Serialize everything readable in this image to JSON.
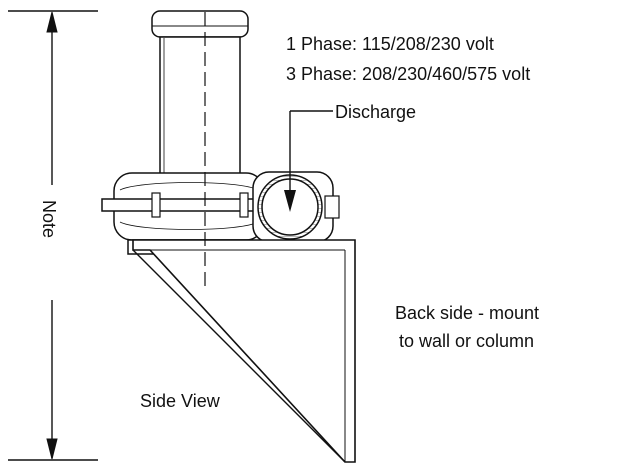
{
  "labels": {
    "phase1": "1 Phase:  115/208/230 volt",
    "phase3": "3 Phase:  208/230/460/575 volt",
    "discharge": "Discharge",
    "note": "Note",
    "mount_line1": "Back side - mount",
    "mount_line2": "to wall or column",
    "view": "Side View"
  }
}
